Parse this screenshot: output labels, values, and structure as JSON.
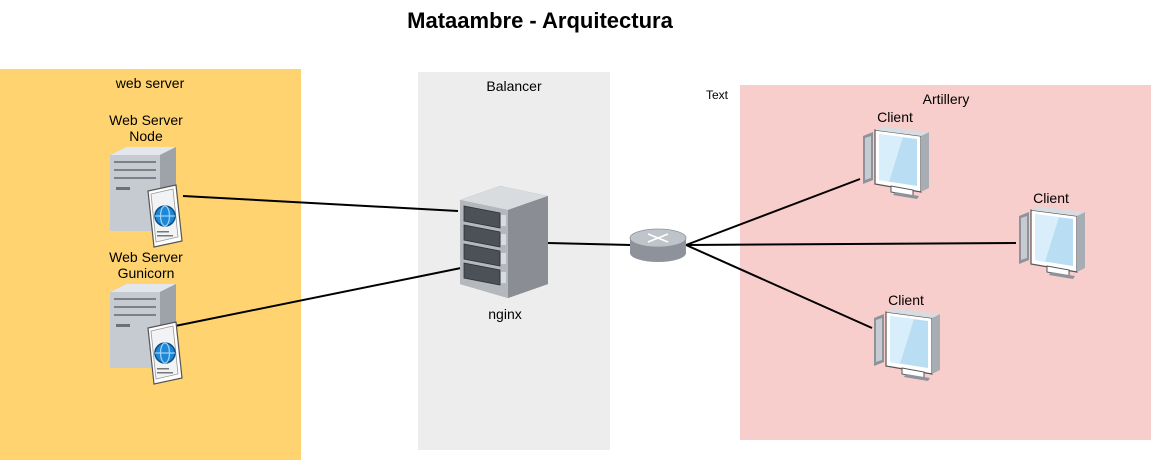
{
  "title": "Mataambre - Arquitectura",
  "zones": {
    "web_server": {
      "label": "web server",
      "color": "#FFD470"
    },
    "balancer": {
      "label": "Balancer",
      "color": "#EDEDED"
    },
    "artillery": {
      "label": "Artillery",
      "color": "#F8CECC"
    }
  },
  "floating_text": "Text",
  "nodes": {
    "server_node": {
      "label_line1": "Web Server",
      "label_line2": "Node",
      "icon": "web-server-icon"
    },
    "server_gunicorn": {
      "label_line1": "Web Server",
      "label_line2": "Gunicorn",
      "icon": "web-server-icon"
    },
    "nginx": {
      "label": "nginx",
      "icon": "rack-server-icon"
    },
    "router": {
      "icon": "router-icon"
    },
    "client_1": {
      "label": "Client",
      "icon": "desktop-computer-icon"
    },
    "client_2": {
      "label": "Client",
      "icon": "desktop-computer-icon"
    },
    "client_3": {
      "label": "Client",
      "icon": "desktop-computer-icon"
    }
  }
}
